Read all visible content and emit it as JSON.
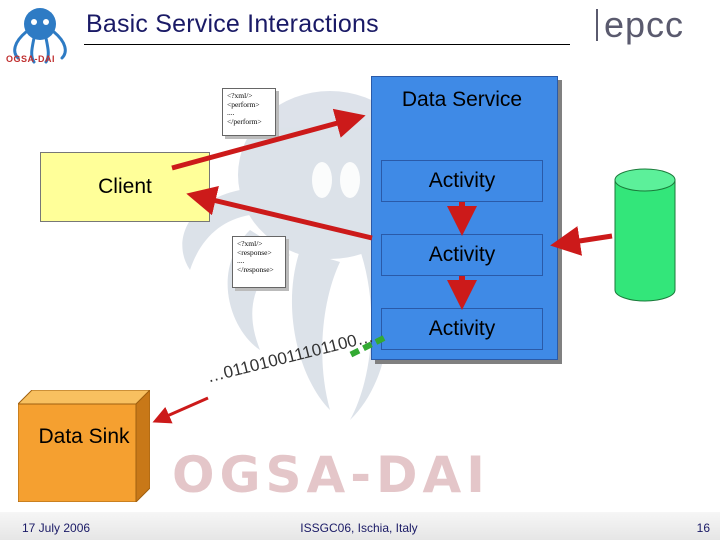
{
  "slide": {
    "title": "Basic Service Interactions",
    "brand_right": "epcc",
    "logo_left_text": "OGSA-DAI",
    "watermark_text": "OGSA-DAI"
  },
  "diagram": {
    "data_service_label": "Data Service",
    "activities": [
      "Activity",
      "Activity",
      "Activity"
    ],
    "client_label": "Client",
    "data_sink_label": "Data Sink",
    "request_doc_lines": [
      "<?xml/>",
      "<perform>",
      "....",
      "</perform>"
    ],
    "response_doc_lines": [
      "<?xml/>",
      "<response>",
      "....",
      "</response>"
    ],
    "binary_stream": "…011010011101100…"
  },
  "footer": {
    "date": "17 July 2006",
    "center": "ISSGC06, Ischia, Italy",
    "page_number": "16"
  },
  "colors": {
    "service_blue": "#3f8ae6",
    "client_yellow": "#ffff99",
    "sink_orange": "#f5a030",
    "database_green": "#33e67a",
    "arrow_red": "#cc1a1a",
    "dashed_green": "#33aa33",
    "title_navy": "#1a1a66"
  }
}
